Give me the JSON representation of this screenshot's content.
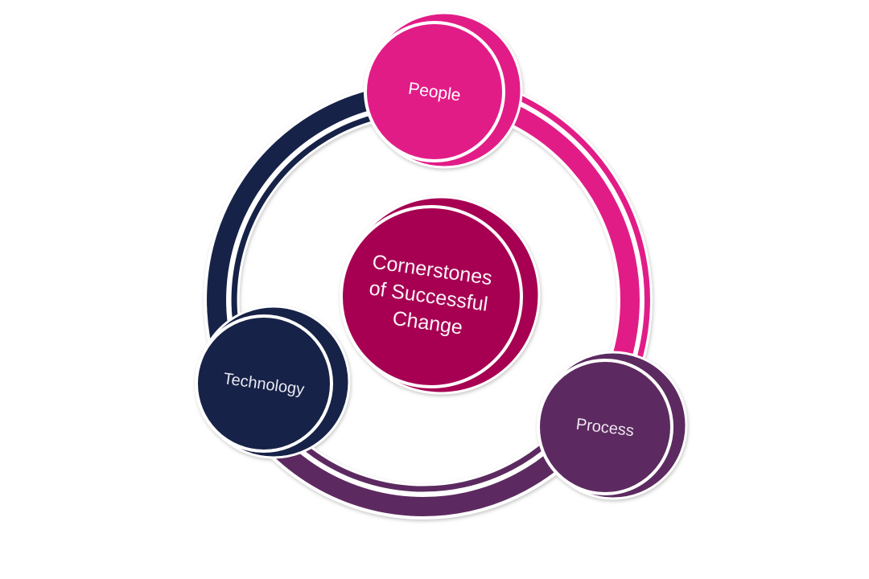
{
  "diagram": {
    "background_color": "#ffffff",
    "center": {
      "label_lines": [
        "Cornerstones",
        "of Successful",
        "Change"
      ],
      "fill_color": "#A70353",
      "text_color": "#FBF3F7"
    },
    "nodes": [
      {
        "id": "people",
        "label": "People",
        "fill_color": "#E21B87",
        "text_color": "#FFFFFF"
      },
      {
        "id": "process",
        "label": "Process",
        "fill_color": "#5C2C61",
        "text_color": "#EFE7EF"
      },
      {
        "id": "technology",
        "label": "Technology",
        "fill_color": "#162047",
        "text_color": "#E9E8F2"
      }
    ],
    "arcs": [
      {
        "from": "people",
        "to": "process",
        "color": "#E21B87"
      },
      {
        "from": "process",
        "to": "technology",
        "color": "#5C2C61"
      },
      {
        "from": "technology",
        "to": "people",
        "color": "#162047"
      }
    ]
  }
}
